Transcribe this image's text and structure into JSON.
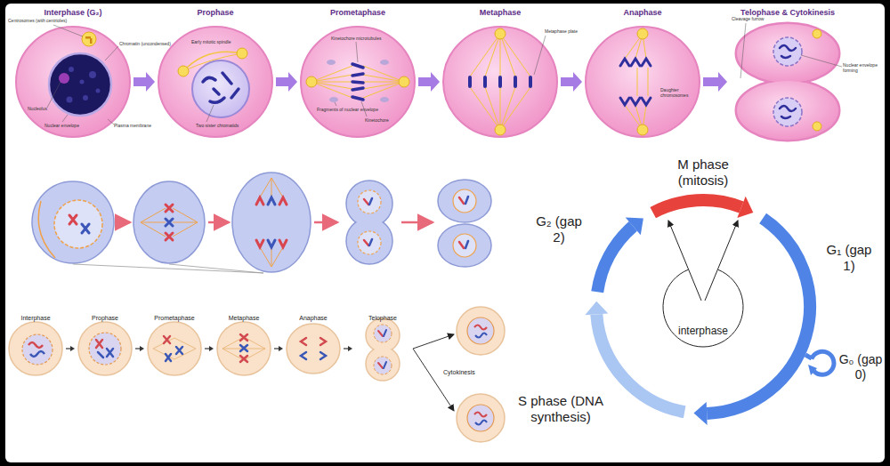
{
  "diagram": {
    "nodes": [
      {
        "text": [
          "Interphase (G₂)"
        ]
      },
      {
        "text": [
          "Prophase"
        ]
      },
      {
        "text": [
          "Prometaphase"
        ]
      },
      {
        "text": [
          "Metaphase"
        ]
      },
      {
        "text": [
          "Anaphase"
        ]
      },
      {
        "text": [
          "Telophase & Cytokinesis"
        ]
      },
      {
        "text": [
          "Interphase"
        ]
      },
      {
        "text": [
          "Prophase"
        ]
      },
      {
        "text": [
          "Prometaphase"
        ]
      },
      {
        "text": [
          "Metaphase"
        ]
      },
      {
        "text": [
          "Anaphase"
        ]
      },
      {
        "text": [
          "Telophase"
        ]
      },
      {
        "text": [
          "interphase"
        ]
      }
    ],
    "edges": [
      {
        "from": 0,
        "to": 1,
        "arrow": "to"
      },
      {
        "from": 1,
        "to": 2,
        "arrow": "to"
      },
      {
        "from": 2,
        "to": 3,
        "arrow": "to"
      },
      {
        "from": 3,
        "to": 4,
        "arrow": "to"
      },
      {
        "from": 4,
        "to": 5,
        "arrow": "to"
      },
      {
        "from": 6,
        "to": 7,
        "arrow": "to"
      },
      {
        "from": 7,
        "to": 8,
        "arrow": "to"
      },
      {
        "from": 8,
        "to": 9,
        "arrow": "to"
      },
      {
        "from": 9,
        "to": 10,
        "arrow": "to"
      },
      {
        "from": 10,
        "to": 11,
        "arrow": "to"
      }
    ],
    "labels": [
      "Centrosomes (with centrioles)",
      "Chromatin (uncondensed)",
      "Nucleolus",
      "Nuclear envelope",
      "Plasma membrane",
      "Early mitotic spindle",
      "Two sister chromatids",
      "Kinetochore microtubules",
      "Fragments of nuclear envelope",
      "Kinetochore",
      "Metaphase plate",
      "Daughter chromosomes",
      "Cleavage furrow",
      "Nuclear envelope forming",
      "Cytokinesis",
      "M phase (mitosis)",
      "G₂ (gap 2)",
      "G₁ (gap 1)",
      "G₀ (gap 0)",
      "S phase (DNA synthesis)"
    ]
  }
}
